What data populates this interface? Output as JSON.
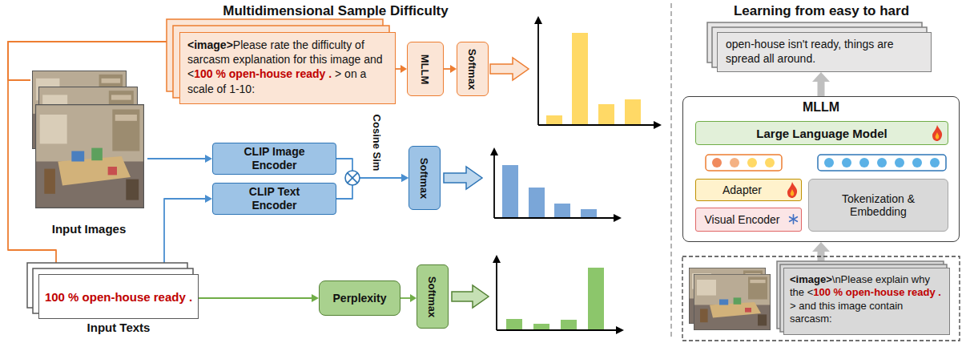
{
  "diagram": {
    "title": "Multidimensional Sample Difficulty",
    "nodes": [
      {
        "text": [
          "<image>",
          "Please rate the difficulty of sarcasm explanation for this image and <",
          "100 % open-house ready .",
          "> on a scale of 1-10:"
        ]
      },
      {
        "text": [
          "MLLM"
        ]
      },
      {
        "text": [
          "Softmax"
        ]
      },
      {
        "text": [
          "Input Images"
        ]
      },
      {
        "text": [
          "CLIP Image Encoder"
        ]
      },
      {
        "text": [
          "CLIP Text Encoder"
        ]
      },
      {
        "text": [
          "Softmax"
        ]
      },
      {
        "text": [
          "100 % open-house ready .",
          "Input Texts"
        ]
      },
      {
        "text": [
          "Perplexity"
        ]
      },
      {
        "text": [
          "Softmax"
        ]
      },
      {
        "text": [
          "open-house isn't ready, things are spread all around."
        ]
      },
      {
        "text": [
          "MLLM"
        ]
      },
      {
        "text": [
          "Large Language Model"
        ],
        "in": 11
      },
      {
        "text": [
          "Adapter"
        ],
        "in": 11
      },
      {
        "text": [
          "Visual Encoder"
        ],
        "in": 11
      },
      {
        "text": [
          "Tokenization & Embedding"
        ],
        "in": 11
      },
      {
        "text": [
          "<image>",
          "\\nPlease explain why the <",
          "100 % open-house ready .",
          "> and this image contain sarcasm:"
        ]
      }
    ],
    "edges": [
      {
        "from": 3,
        "to": 0,
        "arrow": "to"
      },
      {
        "from": 7,
        "to": 0,
        "arrow": "to"
      },
      {
        "from": 0,
        "to": 1,
        "arrow": "to"
      },
      {
        "from": 1,
        "to": 2,
        "arrow": "to"
      },
      {
        "from": 3,
        "to": 4,
        "arrow": "to"
      },
      {
        "from": 7,
        "to": 5,
        "arrow": "to"
      },
      {
        "from": 4,
        "to": 6,
        "arrow": "to"
      },
      {
        "from": 5,
        "to": 6,
        "arrow": "to"
      },
      {
        "from": 7,
        "to": 8,
        "arrow": "to"
      },
      {
        "from": 8,
        "to": 9,
        "arrow": "to"
      },
      {
        "from": 11,
        "to": 10,
        "arrow": "to"
      },
      {
        "from": 16,
        "to": 11,
        "arrow": "to"
      }
    ],
    "labels": [
      "Cosine Sim",
      "Learning from easy to hard"
    ]
  }
}
